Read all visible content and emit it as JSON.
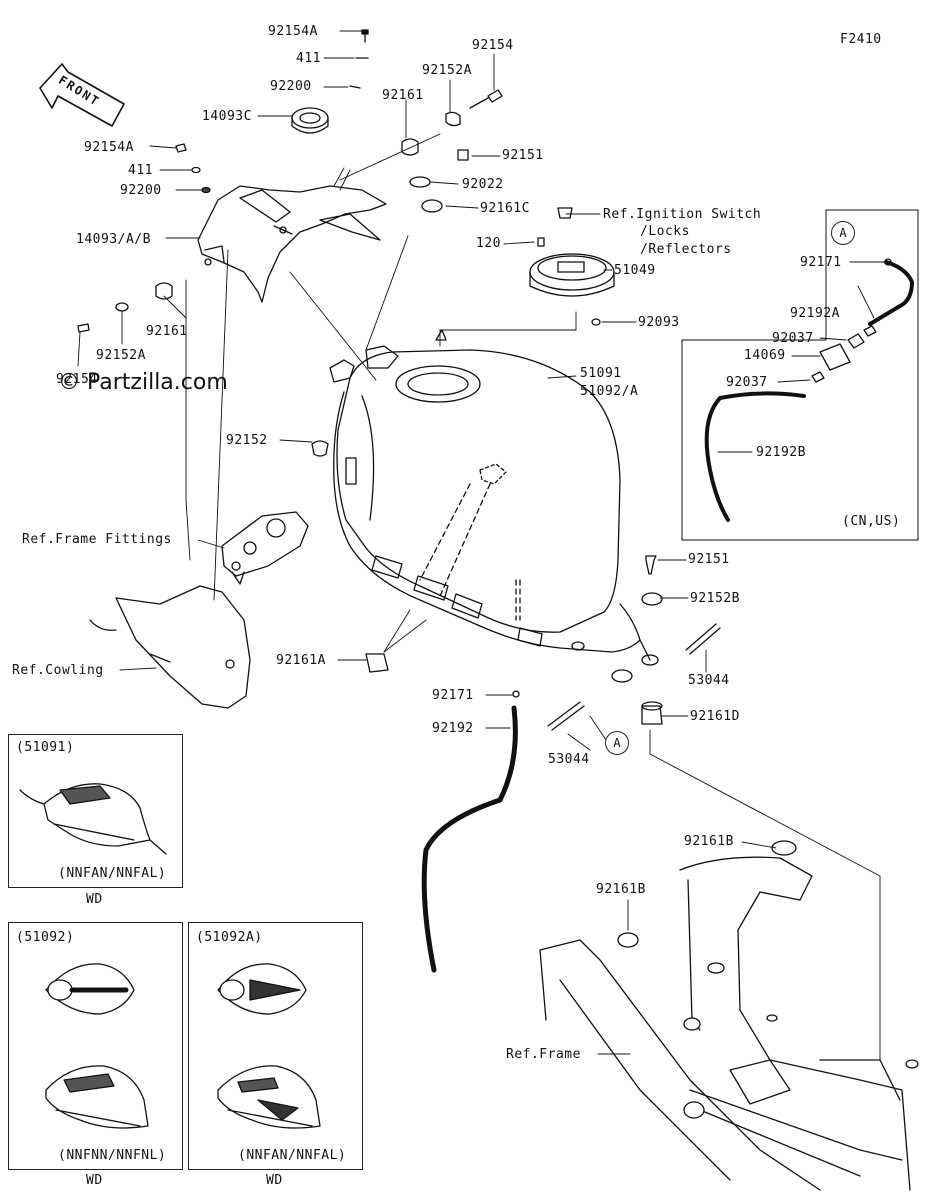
{
  "figure_code": "F2410",
  "watermark": "© Partzilla.com",
  "front_arrow_label": "FRONT",
  "callout_a": "A",
  "labels": {
    "p92154A_top": "92154A",
    "p411_top": "411",
    "p92200_top": "92200",
    "p14093C": "14093C",
    "p92154": "92154",
    "p92152A_top": "92152A",
    "p92161_top": "92161",
    "p92154A_left": "92154A",
    "p411_left": "411",
    "p92200_left": "92200",
    "p14093AB": "14093/A/B",
    "p92161_left": "92161",
    "p92152A_left": "92152A",
    "p92154_left": "92154",
    "p92151_top": "92151",
    "p92022": "92022",
    "p92161C": "92161C",
    "ref_ignition": "Ref.Ignition Switch",
    "ref_locks": "/Locks",
    "ref_reflectors": "/Reflectors",
    "p120": "120",
    "p51049": "51049",
    "p92093": "92093",
    "p51091": "51091",
    "p51092A": "51092/A",
    "p92152": "92152",
    "ref_frame_fittings": "Ref.Frame Fittings",
    "ref_cowling": "Ref.Cowling",
    "p92161A": "92161A",
    "p92171_main": "92171",
    "p92192_main": "92192",
    "p53044_a": "53044",
    "p53044_b": "53044",
    "p92151_right": "92151",
    "p92152B": "92152B",
    "p92161D": "92161D",
    "p92161B_top": "92161B",
    "p92161B_left": "92161B",
    "ref_frame": "Ref.Frame",
    "inset_92171": "92171",
    "inset_92192A": "92192A",
    "inset_92037a": "92037",
    "inset_14069": "14069",
    "inset_92037b": "92037",
    "inset_92192B": "92192B",
    "inset_region": "(CN,US)"
  },
  "variants": [
    {
      "code": "(51091)",
      "models": "(NNFAN/NNFAL)",
      "note": "WD"
    },
    {
      "code": "(51092)",
      "models": "(NNFNN/NNFNL)",
      "note": "WD"
    },
    {
      "code": "(51092A)",
      "models": "(NNFAN/NNFAL)",
      "note": "WD"
    }
  ]
}
